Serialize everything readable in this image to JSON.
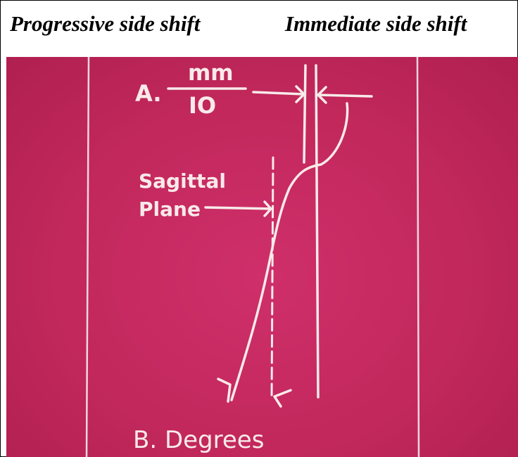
{
  "captions": {
    "left": "Progressive side shift",
    "right": "Immediate side shift"
  },
  "slide": {
    "label_a_prefix": "A.",
    "label_a_numerator": "mm",
    "label_a_denominator": "IO",
    "sagittal_line1": "Sagittal",
    "sagittal_line2": "Plane",
    "label_b": "B. Degrees"
  },
  "colors": {
    "slide_background": "#c2285c",
    "drawing": "#f8eaea",
    "caption_text": "#000000"
  }
}
